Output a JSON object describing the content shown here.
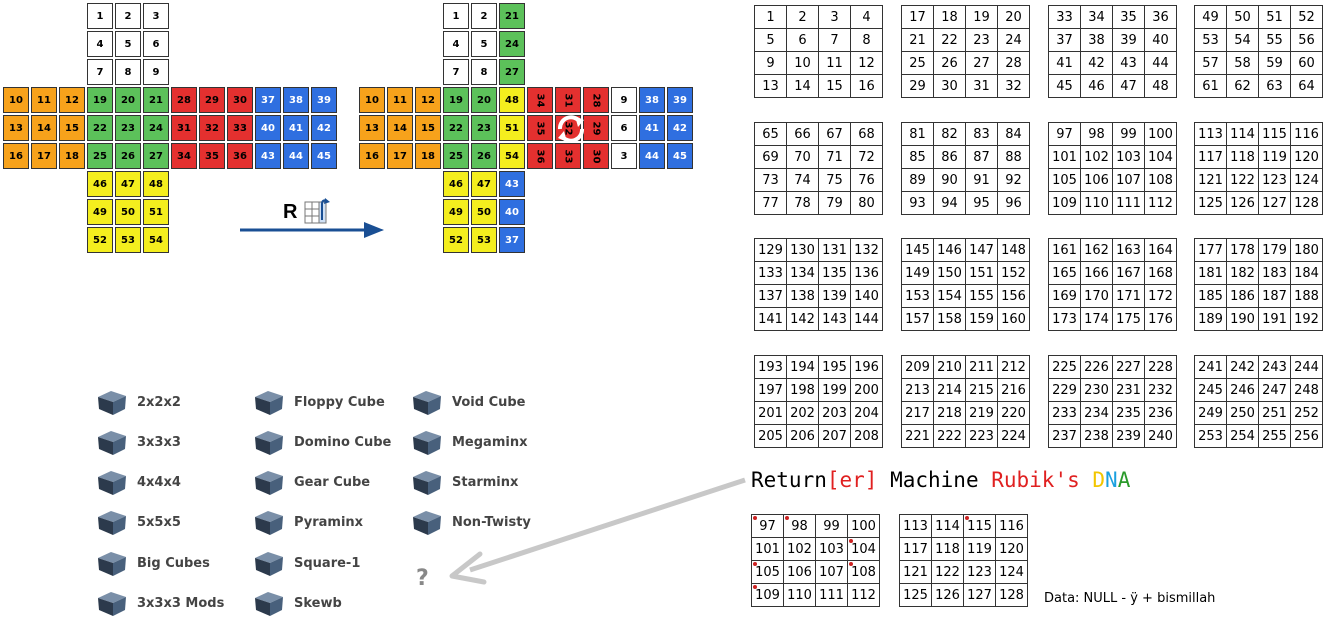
{
  "cube_left": {
    "up": [
      "1",
      "2",
      "3",
      "4",
      "5",
      "6",
      "7",
      "8",
      "9"
    ],
    "left": [
      "10",
      "11",
      "12",
      "13",
      "14",
      "15",
      "16",
      "17",
      "18"
    ],
    "front": [
      "19",
      "20",
      "21",
      "22",
      "23",
      "24",
      "25",
      "26",
      "27"
    ],
    "right": [
      "28",
      "29",
      "30",
      "31",
      "32",
      "33",
      "34",
      "35",
      "36"
    ],
    "back": [
      "37",
      "38",
      "39",
      "40",
      "41",
      "42",
      "43",
      "44",
      "45"
    ],
    "down": [
      "46",
      "47",
      "48",
      "49",
      "50",
      "51",
      "52",
      "53",
      "54"
    ]
  },
  "cube_right": {
    "up": [
      "1",
      "2",
      "21",
      "4",
      "5",
      "24",
      "7",
      "8",
      "27"
    ],
    "left": [
      "10",
      "11",
      "12",
      "13",
      "14",
      "15",
      "16",
      "17",
      "18"
    ],
    "front": [
      "19",
      "20",
      "48",
      "22",
      "23",
      "51",
      "25",
      "26",
      "54"
    ],
    "right": [
      "34",
      "31",
      "28",
      "35",
      "32",
      "29",
      "36",
      "33",
      "30"
    ],
    "back": [
      "9",
      "38",
      "39",
      "6",
      "41",
      "42",
      "3",
      "44",
      "45"
    ],
    "down": [
      "46",
      "47",
      "43",
      "49",
      "50",
      "40",
      "52",
      "53",
      "37"
    ]
  },
  "move": {
    "label": "R"
  },
  "grids_top": {
    "start": 1,
    "count": 256
  },
  "title": {
    "part1": "Return",
    "part2": "[er]",
    "part3": " Machine ",
    "part4": "Rubik's ",
    "d": "D",
    "n": "N",
    "a": "A"
  },
  "grids_bottom": [
    {
      "rows": [
        [
          "97",
          "98",
          "99",
          "100"
        ],
        [
          "101",
          "102",
          "103",
          "104"
        ],
        [
          "105",
          "106",
          "107",
          "108"
        ],
        [
          "109",
          "110",
          "111",
          "112"
        ]
      ],
      "dots": [
        "97",
        "98",
        "104",
        "105",
        "108",
        "109"
      ]
    },
    {
      "rows": [
        [
          "113",
          "114",
          "115",
          "116"
        ],
        [
          "117",
          "118",
          "119",
          "120"
        ],
        [
          "121",
          "122",
          "123",
          "124"
        ],
        [
          "125",
          "126",
          "127",
          "128"
        ]
      ],
      "dots": [
        "115"
      ]
    }
  ],
  "footer_note": "Data: NULL - ÿ + bismillah",
  "puzzles": [
    {
      "label": "2x2x2",
      "icon": "2x2x2-cube-icon"
    },
    {
      "label": "3x3x3",
      "icon": "3x3x3-cube-icon"
    },
    {
      "label": "4x4x4",
      "icon": "4x4x4-cube-icon"
    },
    {
      "label": "5x5x5",
      "icon": "5x5x5-cube-icon"
    },
    {
      "label": "Big Cubes",
      "icon": "big-cubes-icon"
    },
    {
      "label": "3x3x3 Mods",
      "icon": "3x3x3-mods-icon"
    },
    {
      "label": "Floppy Cube",
      "icon": "floppy-cube-icon"
    },
    {
      "label": "Domino Cube",
      "icon": "domino-cube-icon"
    },
    {
      "label": "Gear Cube",
      "icon": "gear-cube-icon"
    },
    {
      "label": "Pyraminx",
      "icon": "pyraminx-icon"
    },
    {
      "label": "Square-1",
      "icon": "square-1-icon"
    },
    {
      "label": "Skewb",
      "icon": "skewb-icon"
    },
    {
      "label": "Void Cube",
      "icon": "void-cube-icon"
    },
    {
      "label": "Megaminx",
      "icon": "megaminx-icon"
    },
    {
      "label": "Starminx",
      "icon": "starminx-icon"
    },
    {
      "label": "Non-Twisty",
      "icon": "non-twisty-icon"
    }
  ],
  "qmark": "?",
  "colors": {
    "white": "#ffffff",
    "orange": "#f7a21b",
    "green": "#5cc15a",
    "red": "#e4302f",
    "blue": "#2f6fe0",
    "yellow": "#f4ee1e",
    "arrow": "#1a4f94"
  }
}
